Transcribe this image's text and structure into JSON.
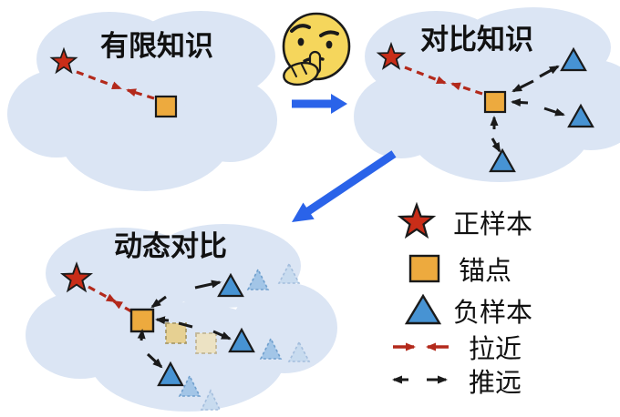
{
  "clouds": {
    "limited": {
      "title": "有限知识"
    },
    "contrastive": {
      "title": "对比知识"
    },
    "dynamic": {
      "title": "动态对比"
    }
  },
  "legend": {
    "positive_label": "正样本",
    "anchor_label": "锚点",
    "negative_label": "负样本",
    "pull_label": "拉近",
    "push_label": "推远"
  },
  "colors": {
    "cloud_fill": "#dbe5f4",
    "positive_red": "#c92d18",
    "anchor_orange": "#edaa3e",
    "negative_blue": "#4793d3",
    "faded_anchor_1": "#e6d092",
    "faded_anchor_2": "#ece2c3",
    "faded_negative_1": "#a2c5e7",
    "faded_negative_2": "#c8dbef",
    "pull_arrow_red": "#b3291b",
    "push_arrow_black": "#1a1a1a",
    "flow_arrow_blue": "#2a63e9",
    "emoji_yellow": "#f5d65c",
    "outline_black": "#1a1a1a"
  }
}
